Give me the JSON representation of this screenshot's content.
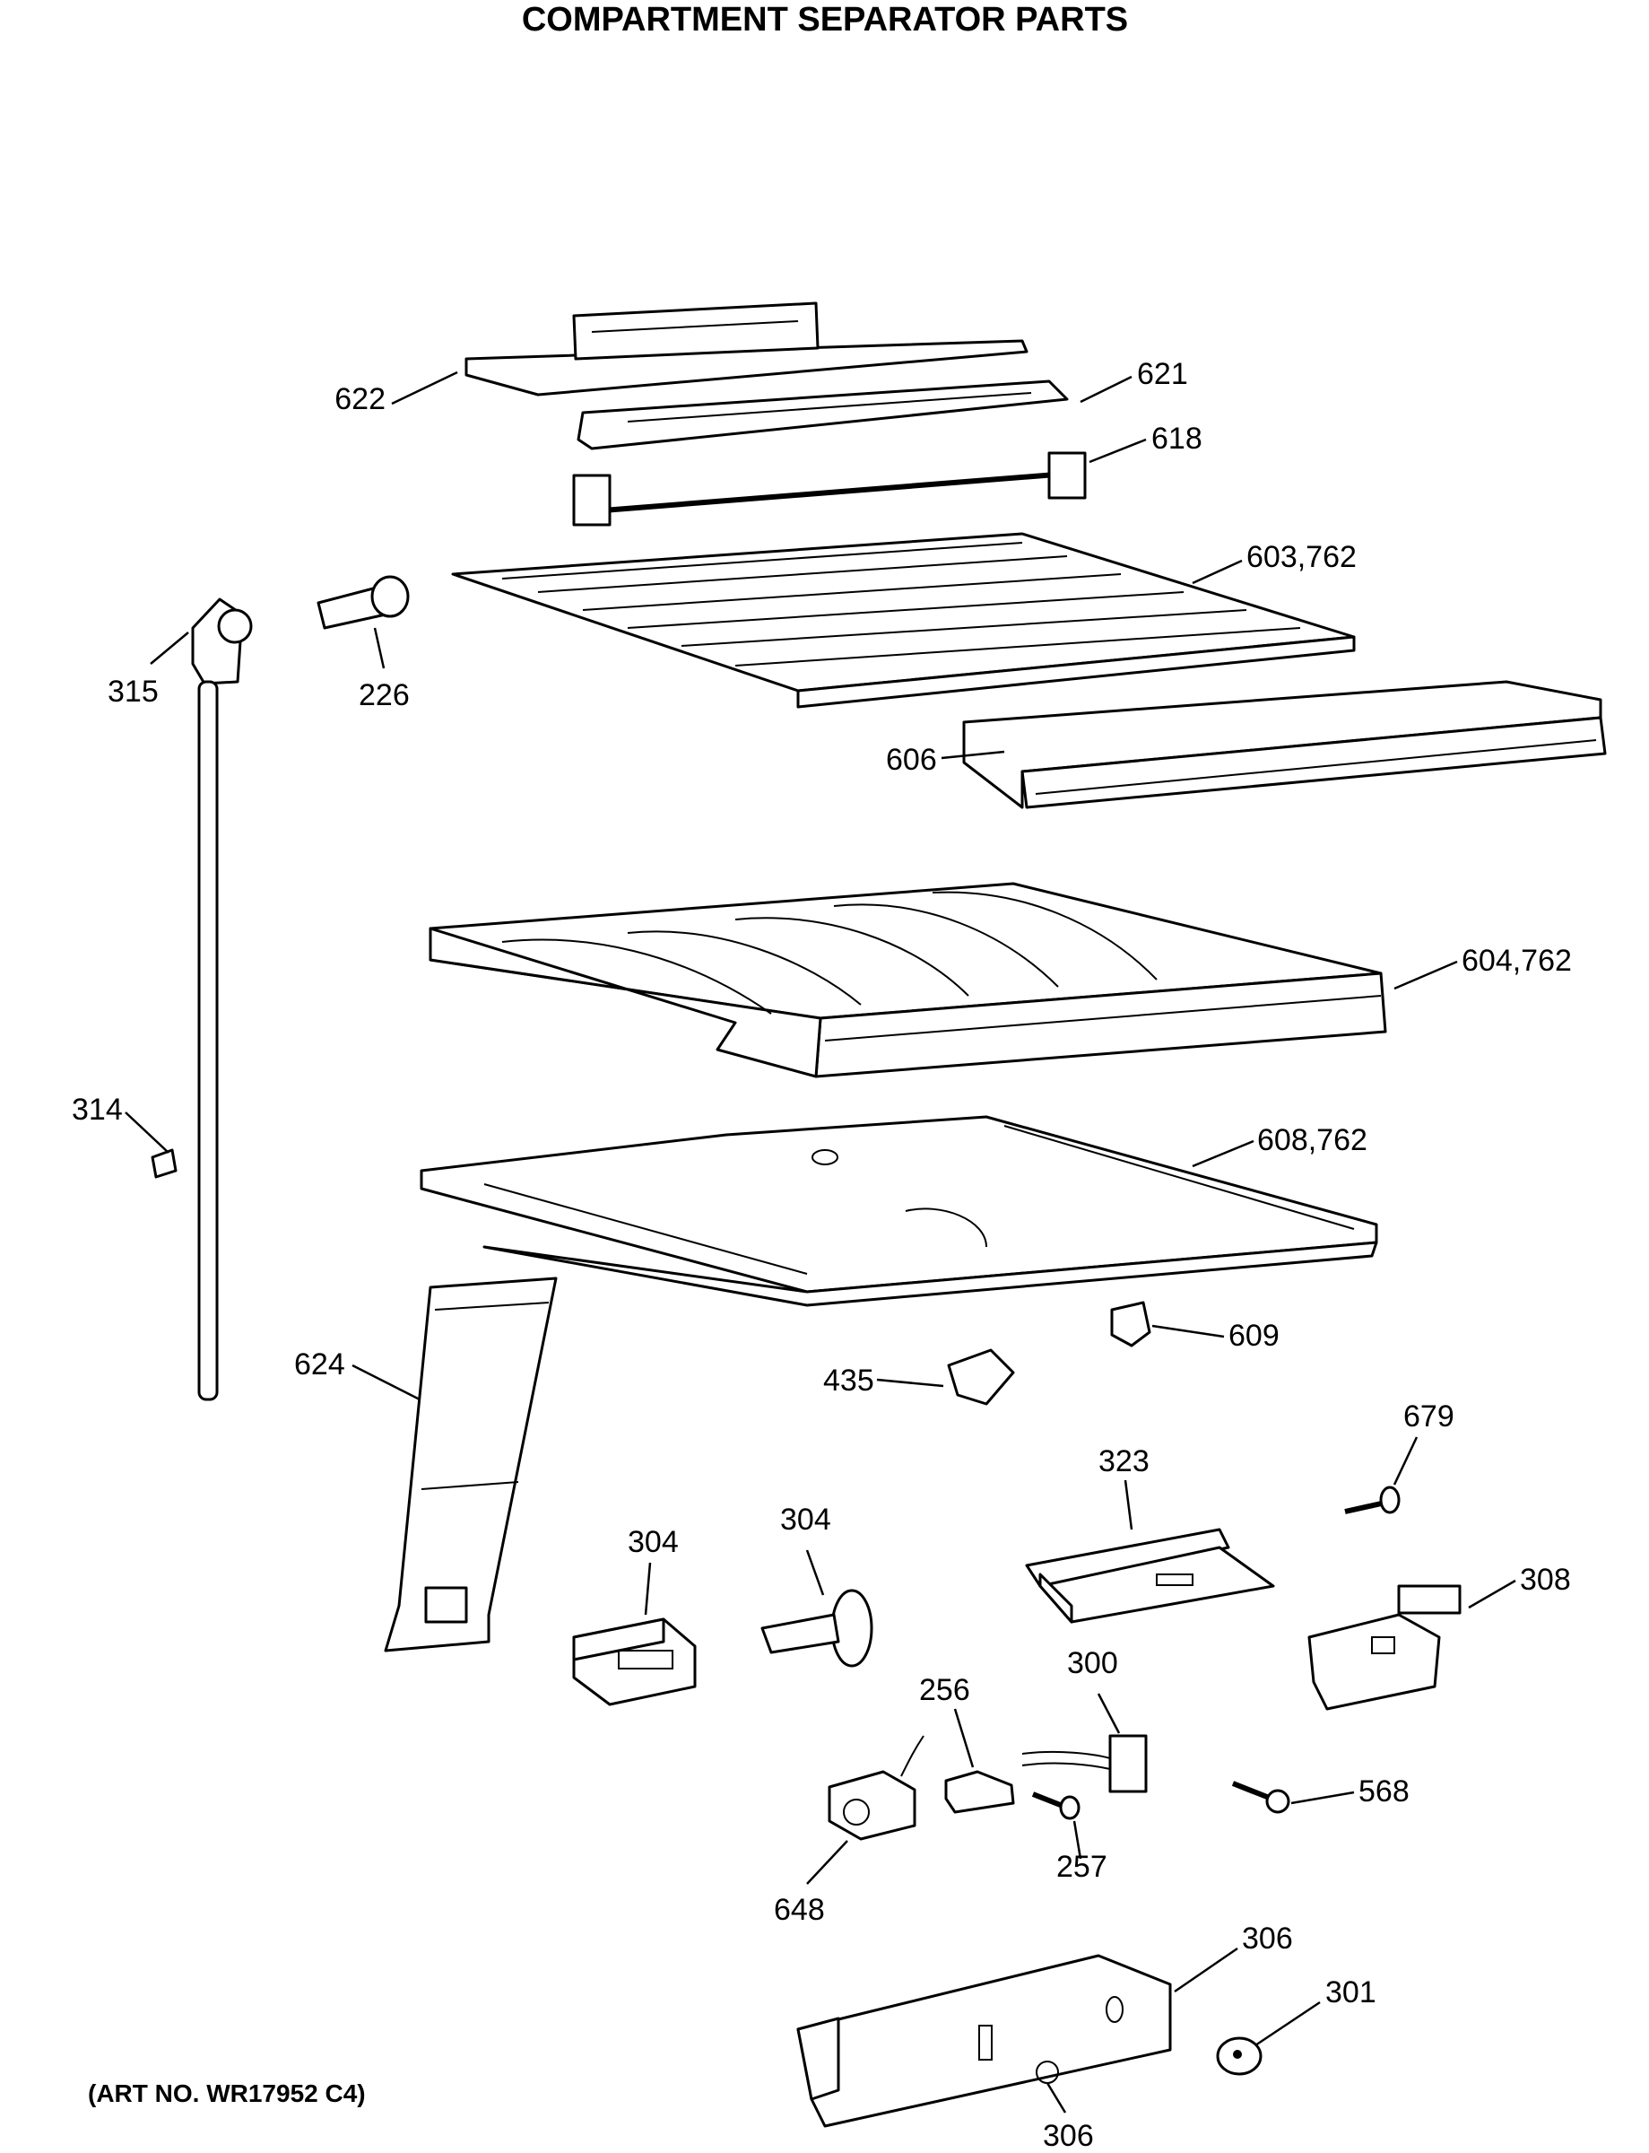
{
  "title": "COMPARTMENT SEPARATOR PARTS",
  "art_number": "(ART NO. WR17952 C4)",
  "callouts": {
    "p622": "622",
    "p621": "621",
    "p618": "618",
    "p603": "603,762",
    "p315": "315",
    "p226": "226",
    "p606": "606",
    "p604": "604,762",
    "p314": "314",
    "p608": "608,762",
    "p609": "609",
    "p624": "624",
    "p435": "435",
    "p679": "679",
    "p323": "323",
    "p304a": "304",
    "p304b": "304",
    "p308": "308",
    "p300": "300",
    "p256": "256",
    "p568": "568",
    "p257": "257",
    "p648": "648",
    "p306a": "306",
    "p301": "301",
    "p306b": "306"
  }
}
